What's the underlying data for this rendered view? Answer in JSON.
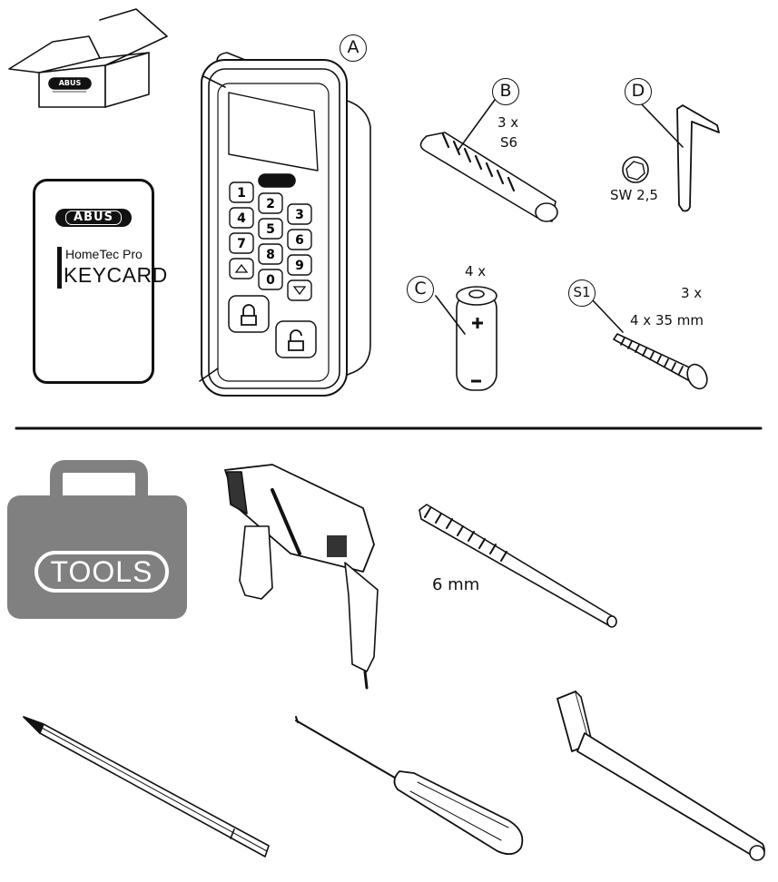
{
  "items": {
    "A": {
      "letter": "A"
    },
    "B": {
      "letter": "B",
      "qty": "3 x",
      "size": "S6"
    },
    "C": {
      "letter": "C",
      "qty": "4 x"
    },
    "D": {
      "letter": "D",
      "size": "SW 2,5"
    },
    "S1": {
      "letter": "S1",
      "qty": "3 x",
      "size": "4 x 35 mm"
    }
  },
  "box": {
    "brand": "ABUS"
  },
  "keycard": {
    "brand": "ABUS",
    "product": "HomeTec Pro",
    "type": "KEYCARD"
  },
  "keypad": {
    "keys": [
      "1",
      "2",
      "3",
      "4",
      "5",
      "6",
      "7",
      "8",
      "9",
      "0"
    ]
  },
  "tools": {
    "badge": "TOOLS",
    "drill_bit_size": "6 mm"
  },
  "colors": {
    "ink": "#111111",
    "tools_gray": "#808080"
  }
}
